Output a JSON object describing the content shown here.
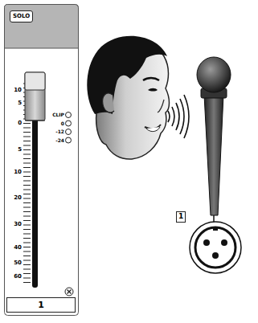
{
  "diagram": {
    "nodes": [
      {
        "text": [
          "SOLO"
        ]
      },
      {
        "text": [
          "1"
        ]
      },
      {
        "text": [
          "1"
        ]
      }
    ],
    "labels": [
      "10",
      "5",
      "0",
      "5",
      "10",
      "20",
      "30",
      "40",
      "50",
      "60",
      "CLIP",
      "0",
      "-12",
      "-24"
    ]
  }
}
